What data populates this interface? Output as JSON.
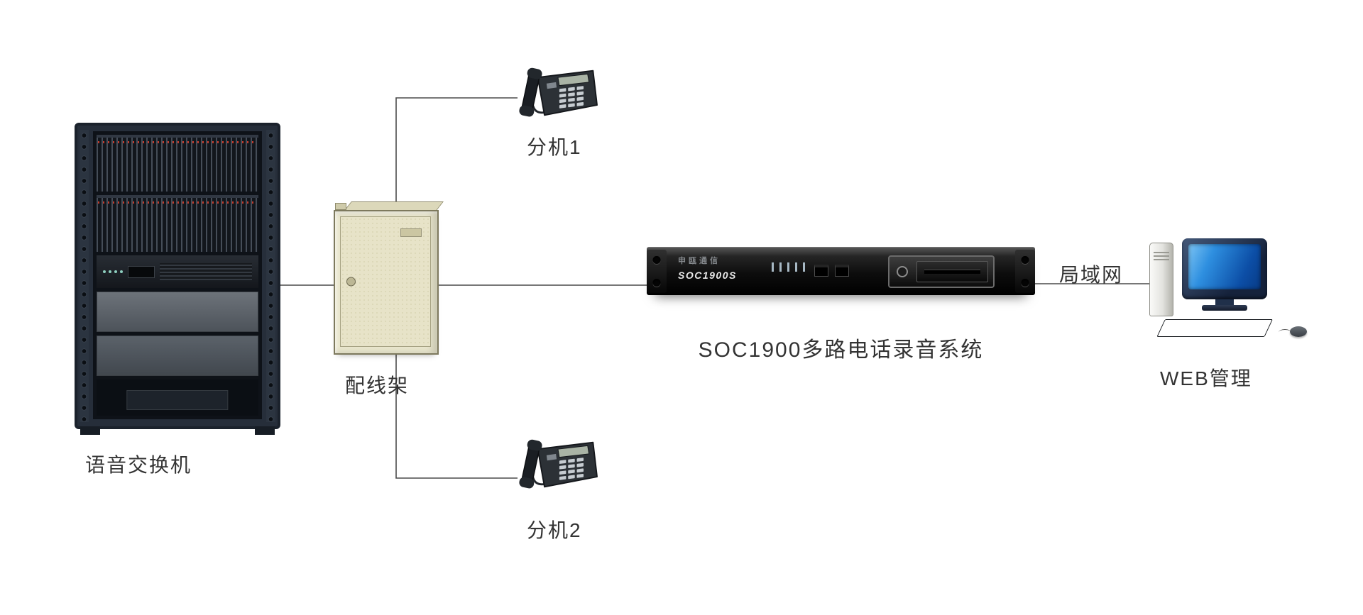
{
  "colors": {
    "background": "#ffffff",
    "label": "#333333",
    "line": "#4a4a4a",
    "cabinet_beige": "#e9e6cd",
    "screen_blue": "#1565c8"
  },
  "nodes": {
    "pbx": {
      "label": "语音交换机"
    },
    "patch_panel": {
      "label": "配线架"
    },
    "extension1": {
      "label": "分机1"
    },
    "extension2": {
      "label": "分机2"
    },
    "recorder": {
      "label": "SOC1900多路电话录音系统",
      "brand": "申瓯通信",
      "model": "SOC1900S"
    },
    "lan_link": {
      "label": "局域网"
    },
    "web_admin": {
      "label": "WEB管理"
    }
  }
}
